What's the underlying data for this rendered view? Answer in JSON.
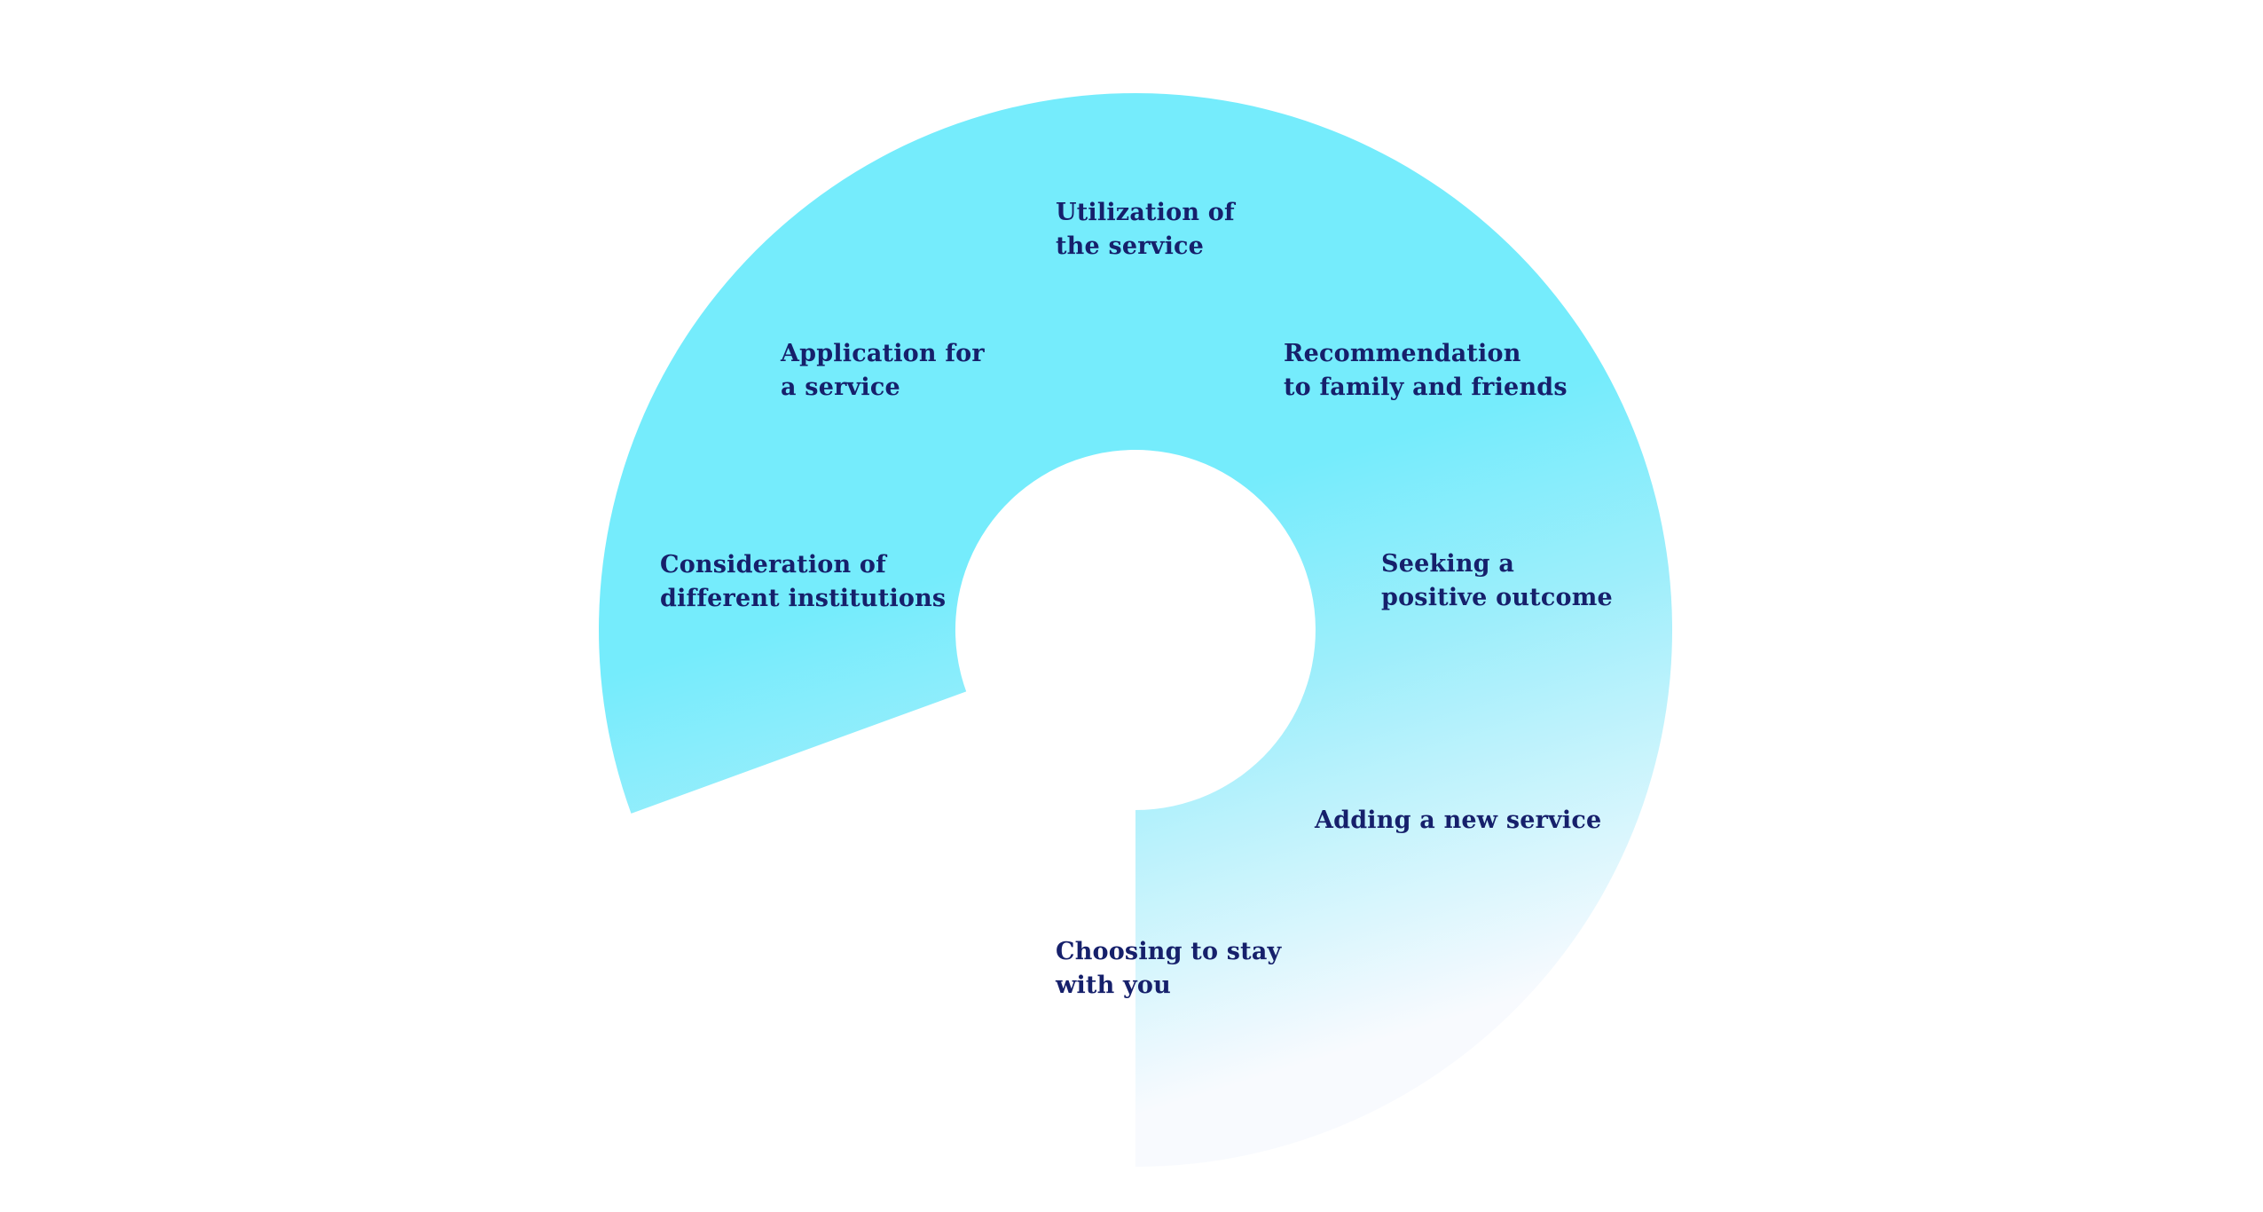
{
  "diagram": {
    "type": "customer-journey-ring",
    "colors": {
      "ring_start": "#75ecfc",
      "ring_mid": "#9deefb",
      "ring_end": "#f8fafe",
      "label_text": "#16206b",
      "background": "#ffffff"
    },
    "stages": [
      {
        "lines": [
          "Consideration of",
          "different institutions"
        ]
      },
      {
        "lines": [
          "Application for",
          "a service"
        ]
      },
      {
        "lines": [
          "Utilization of",
          "the service"
        ]
      },
      {
        "lines": [
          "Recommendation",
          "to family and friends"
        ]
      },
      {
        "lines": [
          "Seeking a",
          "positive outcome"
        ]
      },
      {
        "lines": [
          "Adding a new service"
        ]
      },
      {
        "lines": [
          "Choosing to stay",
          "with you"
        ]
      }
    ]
  }
}
